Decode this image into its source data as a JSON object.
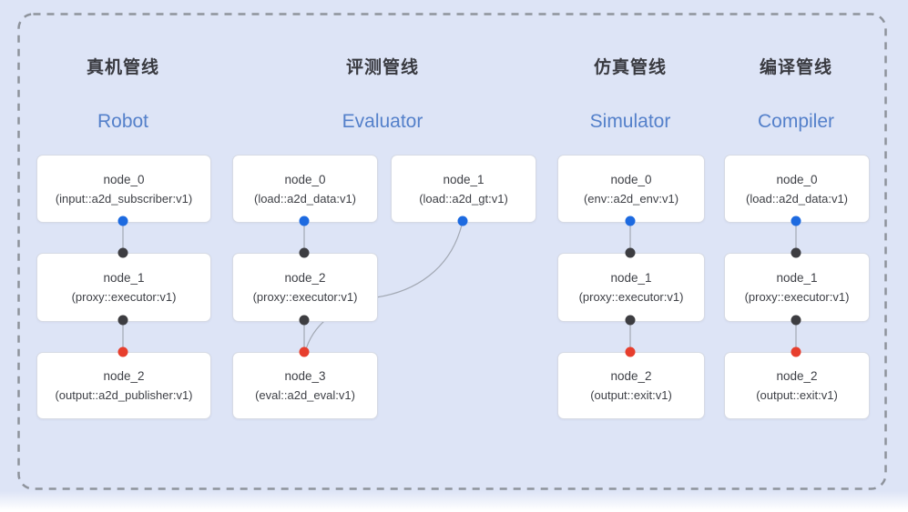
{
  "pipelines": [
    {
      "title_zh": "真机管线",
      "title_en": "Robot",
      "nodes": [
        {
          "name": "node_0",
          "impl": "(input::a2d_subscriber:v1)"
        },
        {
          "name": "node_1",
          "impl": "(proxy::executor:v1)"
        },
        {
          "name": "node_2",
          "impl": "(output::a2d_publisher:v1)"
        }
      ]
    },
    {
      "title_zh": "评测管线",
      "title_en": "Evaluator",
      "nodes": [
        {
          "name": "node_0",
          "impl": "(load::a2d_data:v1)"
        },
        {
          "name": "node_1",
          "impl": "(load::a2d_gt:v1)"
        },
        {
          "name": "node_2",
          "impl": "(proxy::executor:v1)"
        },
        {
          "name": "node_3",
          "impl": "(eval::a2d_eval:v1)"
        }
      ]
    },
    {
      "title_zh": "仿真管线",
      "title_en": "Simulator",
      "nodes": [
        {
          "name": "node_0",
          "impl": "(env::a2d_env:v1)"
        },
        {
          "name": "node_1",
          "impl": "(proxy::executor:v1)"
        },
        {
          "name": "node_2",
          "impl": "(output::exit:v1)"
        }
      ]
    },
    {
      "title_zh": "编译管线",
      "title_en": "Compiler",
      "nodes": [
        {
          "name": "node_0",
          "impl": "(load::a2d_data:v1)"
        },
        {
          "name": "node_1",
          "impl": "(proxy::executor:v1)"
        },
        {
          "name": "node_2",
          "impl": "(output::exit:v1)"
        }
      ]
    }
  ],
  "edges": [
    {
      "pipeline": "Robot",
      "from": "node_0",
      "to": "node_1"
    },
    {
      "pipeline": "Robot",
      "from": "node_1",
      "to": "node_2"
    },
    {
      "pipeline": "Evaluator",
      "from": "node_0",
      "to": "node_2"
    },
    {
      "pipeline": "Evaluator",
      "from": "node_1",
      "to": "node_3"
    },
    {
      "pipeline": "Evaluator",
      "from": "node_2",
      "to": "node_3"
    },
    {
      "pipeline": "Simulator",
      "from": "node_0",
      "to": "node_1"
    },
    {
      "pipeline": "Simulator",
      "from": "node_1",
      "to": "node_2"
    },
    {
      "pipeline": "Compiler",
      "from": "node_0",
      "to": "node_1"
    },
    {
      "pipeline": "Compiler",
      "from": "node_1",
      "to": "node_2"
    }
  ],
  "colors": {
    "background": "#dde4f6",
    "dashed_border": "#8e939c",
    "title_zh": "#393a40",
    "title_en": "#5480ca",
    "node_text": "#3e4046",
    "node_border": "#d6dae4",
    "edge_line": "#a2a8b3",
    "port_blue": "#1d6ae0",
    "port_black": "#3d3d41",
    "port_red": "#e73e2d"
  }
}
